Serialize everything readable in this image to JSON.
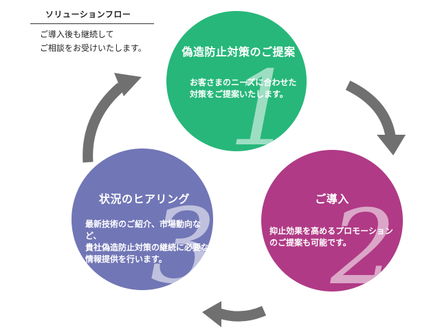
{
  "header": {
    "title": "ソリューションフロー",
    "description": "ご導入後も継続して\nご相談をお受けいたします。"
  },
  "steps": [
    {
      "number": "1",
      "title": "偽造防止対策のご提案",
      "body": "お客さまのニーズに合わせた\n対策をご提案いたします。",
      "color": "#27b77a"
    },
    {
      "number": "2",
      "title": "ご導入",
      "body": "抑止効果を高めるプロモーション\nのご提案も可能です。",
      "color": "#b03a86"
    },
    {
      "number": "3",
      "title": "状況のヒアリング",
      "body": "最新技術のご紹介、市場動向など、\n貴社偽造防止対策の継続に必要な\n情報提供を行います。",
      "color": "#7176b6"
    }
  ],
  "arrow_color": "#707070"
}
